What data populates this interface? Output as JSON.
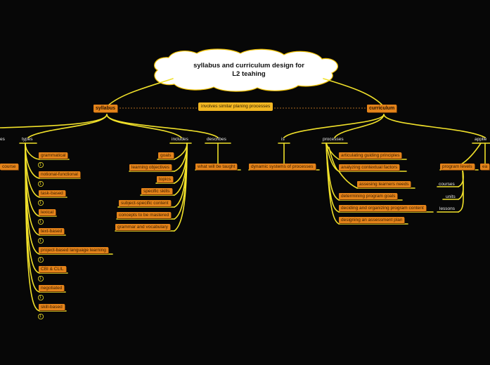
{
  "root": {
    "title": "syllabus and curriculum design for\nL2 teahing"
  },
  "syllabus": {
    "label": "syllabus",
    "branches": {
      "left_cut": "es",
      "left_leaf": "course",
      "types": {
        "label": "types",
        "items": [
          "grammatical",
          "notional-functional",
          "task-based",
          "lexical",
          "text-based",
          "project-based language learning",
          "CBI & CLIL",
          "negotiated",
          "skill-based"
        ],
        "badge": "1"
      },
      "includes": {
        "label": "includes",
        "items": [
          "goals",
          "learning objectives",
          "topics",
          "specific skills",
          "subject-specific content",
          "concepts to be mastered",
          "grammar and vocabulary"
        ]
      },
      "describes": {
        "label": "describes",
        "items": [
          "what will be taught"
        ]
      }
    }
  },
  "relation": {
    "label": "involves similar planing processes"
  },
  "curriculum": {
    "label": "curriculum",
    "branches": {
      "is": {
        "label": "is",
        "items": [
          "dynamic systems of processes"
        ]
      },
      "processes": {
        "label": "processes",
        "items": [
          "articulating guiding principles",
          "analyzing contextual factors",
          "assesing learners needs",
          "determining program goals",
          "deciding and organizing program content",
          "designing an assessment plan"
        ]
      },
      "applies": {
        "label": "applie",
        "items": [
          "program levels",
          "ea"
        ],
        "sub": [
          "courses",
          "units",
          "lessons"
        ]
      }
    }
  }
}
